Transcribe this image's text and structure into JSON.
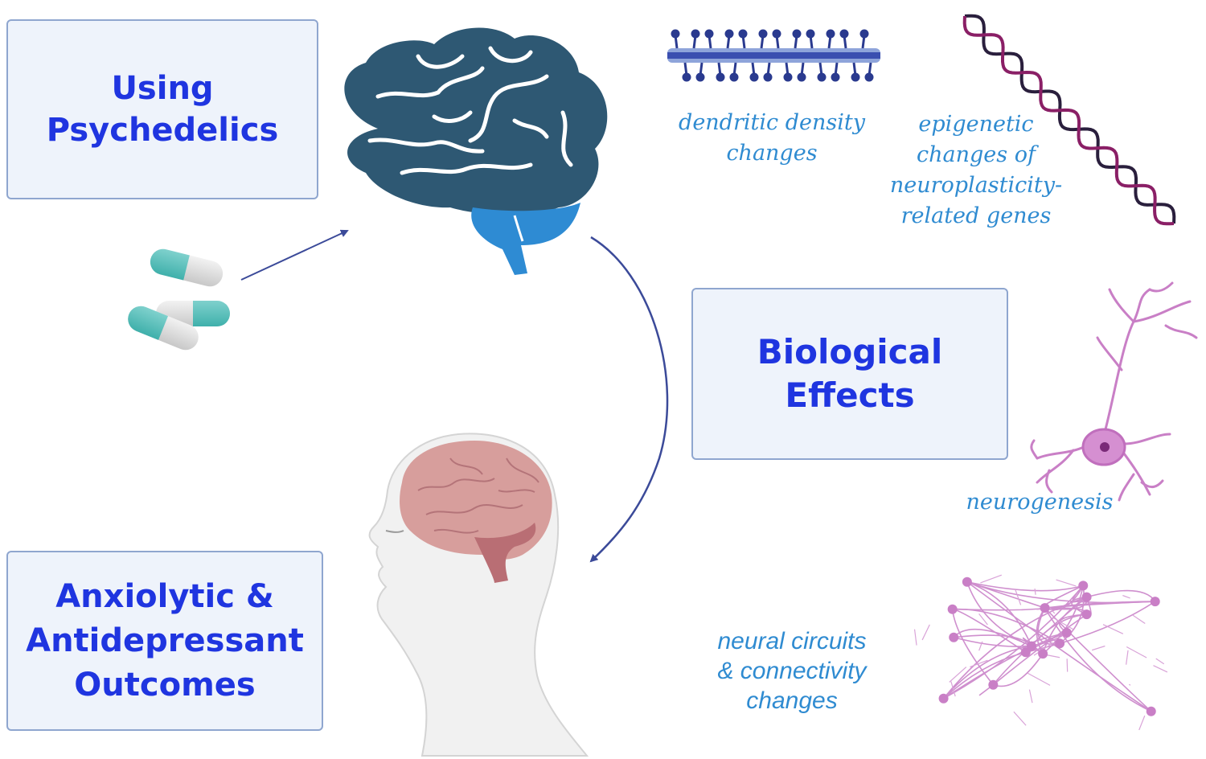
{
  "boxes": {
    "using": {
      "line1": "Using",
      "line2": "Psychedelics"
    },
    "biological": {
      "line1": "Biological",
      "line2": "Effects"
    },
    "outcomes": {
      "line1": "Anxiolytic &",
      "line2": "Antidepressant",
      "line3": "Outcomes"
    }
  },
  "labels": {
    "dendritic": {
      "line1": "dendritic density",
      "line2": "changes"
    },
    "epigenetic": {
      "line1": "epigenetic",
      "line2": "changes of",
      "line3": "neuroplasticity-",
      "line4": "related genes"
    },
    "neurogenesis": {
      "line1": "neurogenesis"
    },
    "circuits": {
      "line1": "neural circuits",
      "line2": "& connectivity",
      "line3": "changes"
    }
  },
  "colors": {
    "box_text": "#1f35e0",
    "box_fill": "#eef3fb",
    "box_border": "#8fa6cf",
    "label_text": "#2f8bd1",
    "brain_dark": "#2e5873",
    "brain_light": "#2e8bd3",
    "arrow": "#3b4a99",
    "neuron": "#c97fc6",
    "dna_a": "#8a1f66",
    "dna_b": "#2a1f3d"
  },
  "icons": [
    "pill-capsule-icon",
    "brain-icon",
    "dendrite-icon",
    "dna-helix-icon",
    "neuron-icon",
    "neural-network-icon",
    "human-head-brain-icon"
  ]
}
